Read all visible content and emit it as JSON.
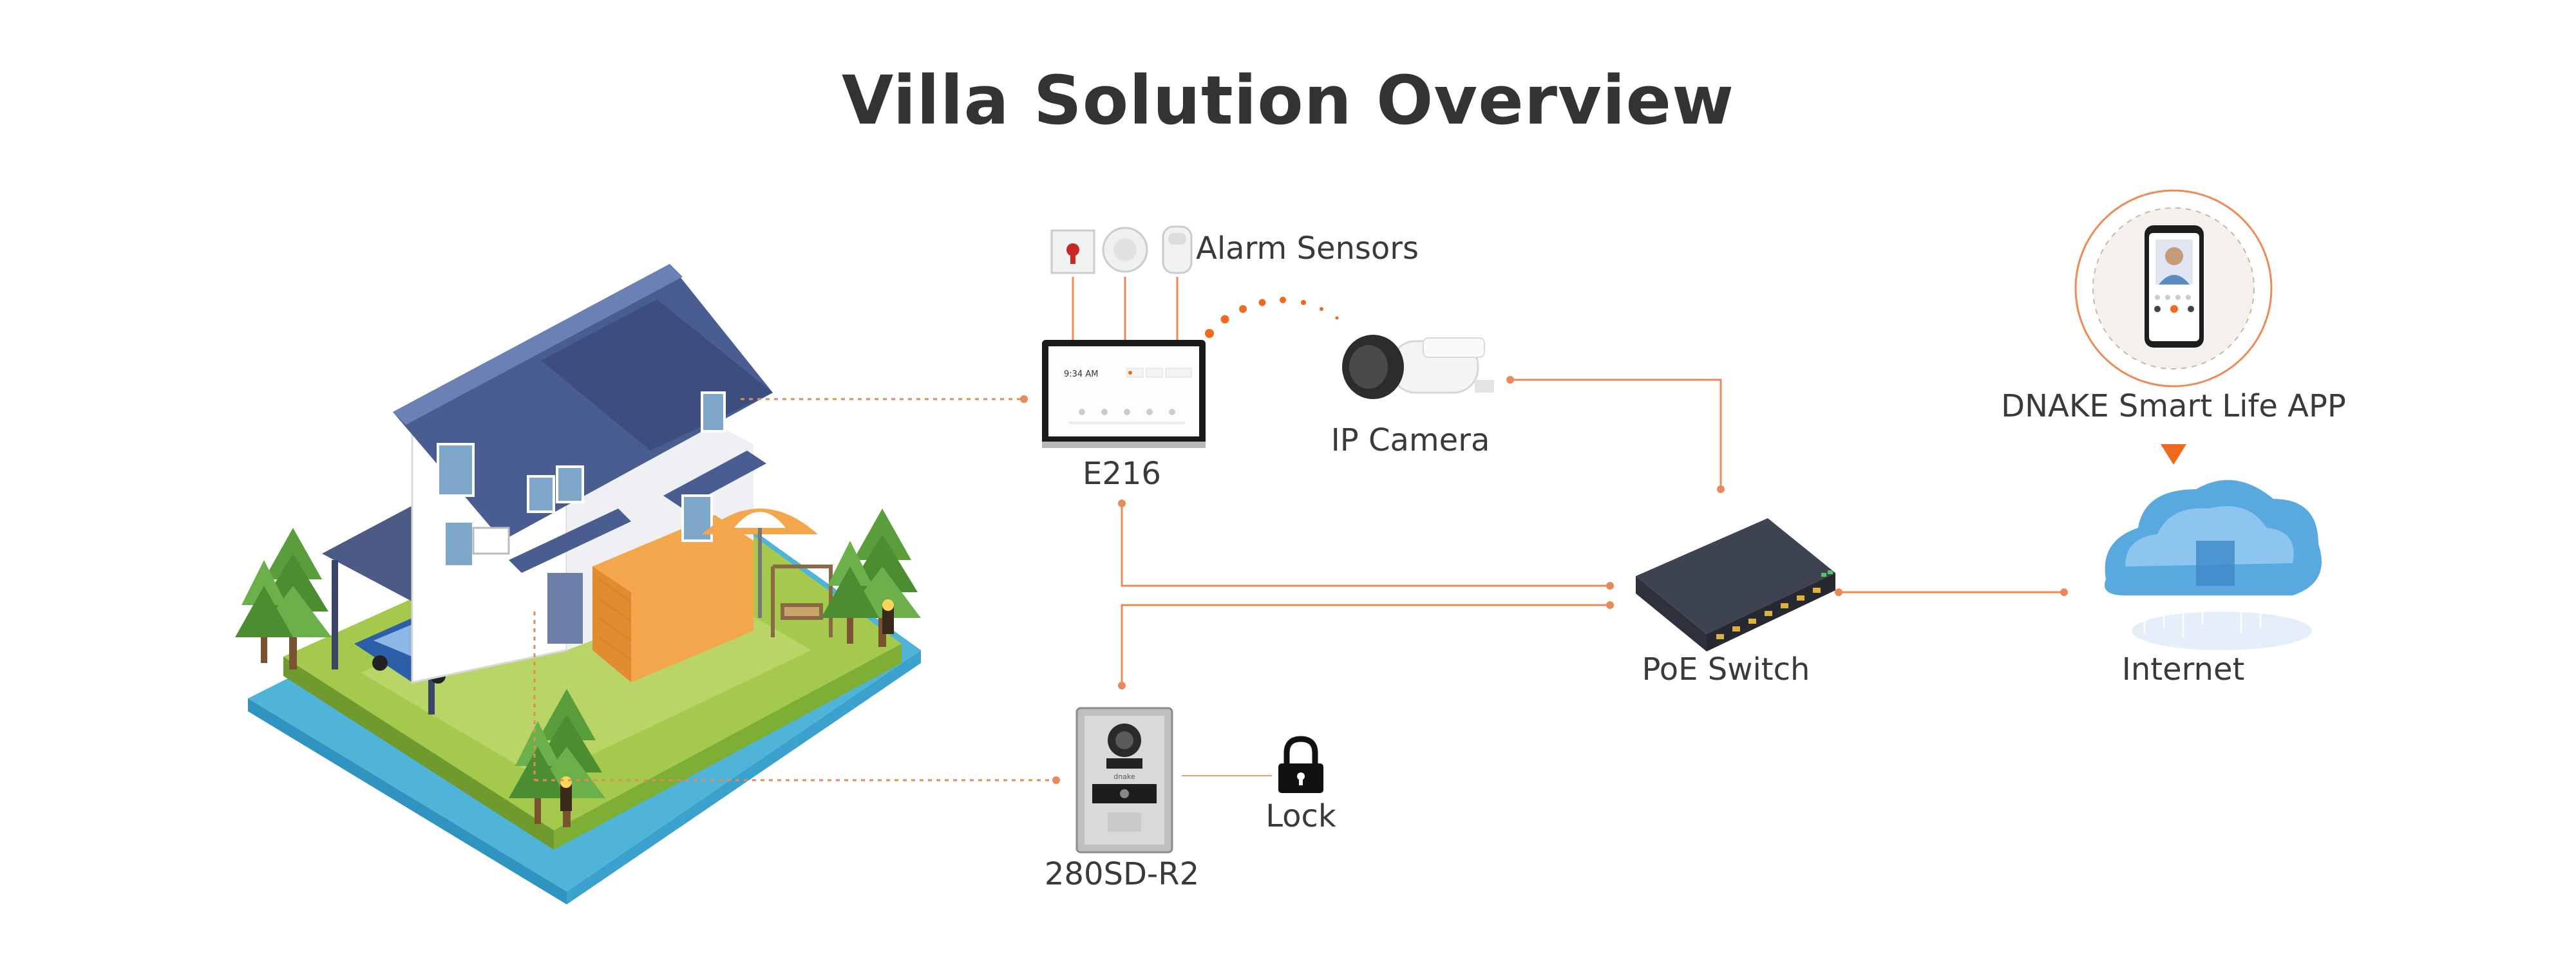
{
  "title": "Villa Solution Overview",
  "nodes": {
    "alarm_sensors": "Alarm Sensors",
    "e216": "E216",
    "ip_camera": "IP Camera",
    "poe_switch": "PoE Switch",
    "app": "DNAKE Smart Life APP",
    "internet": "Internet",
    "door_station": "280SD-R2",
    "lock": "Lock"
  },
  "screen_text": {
    "time": "9:34 AM",
    "brand": "dnake"
  },
  "colors": {
    "connector": "#e8895a",
    "accent": "#ef6a1c",
    "title": "#333333",
    "text": "#3a3a3a"
  }
}
